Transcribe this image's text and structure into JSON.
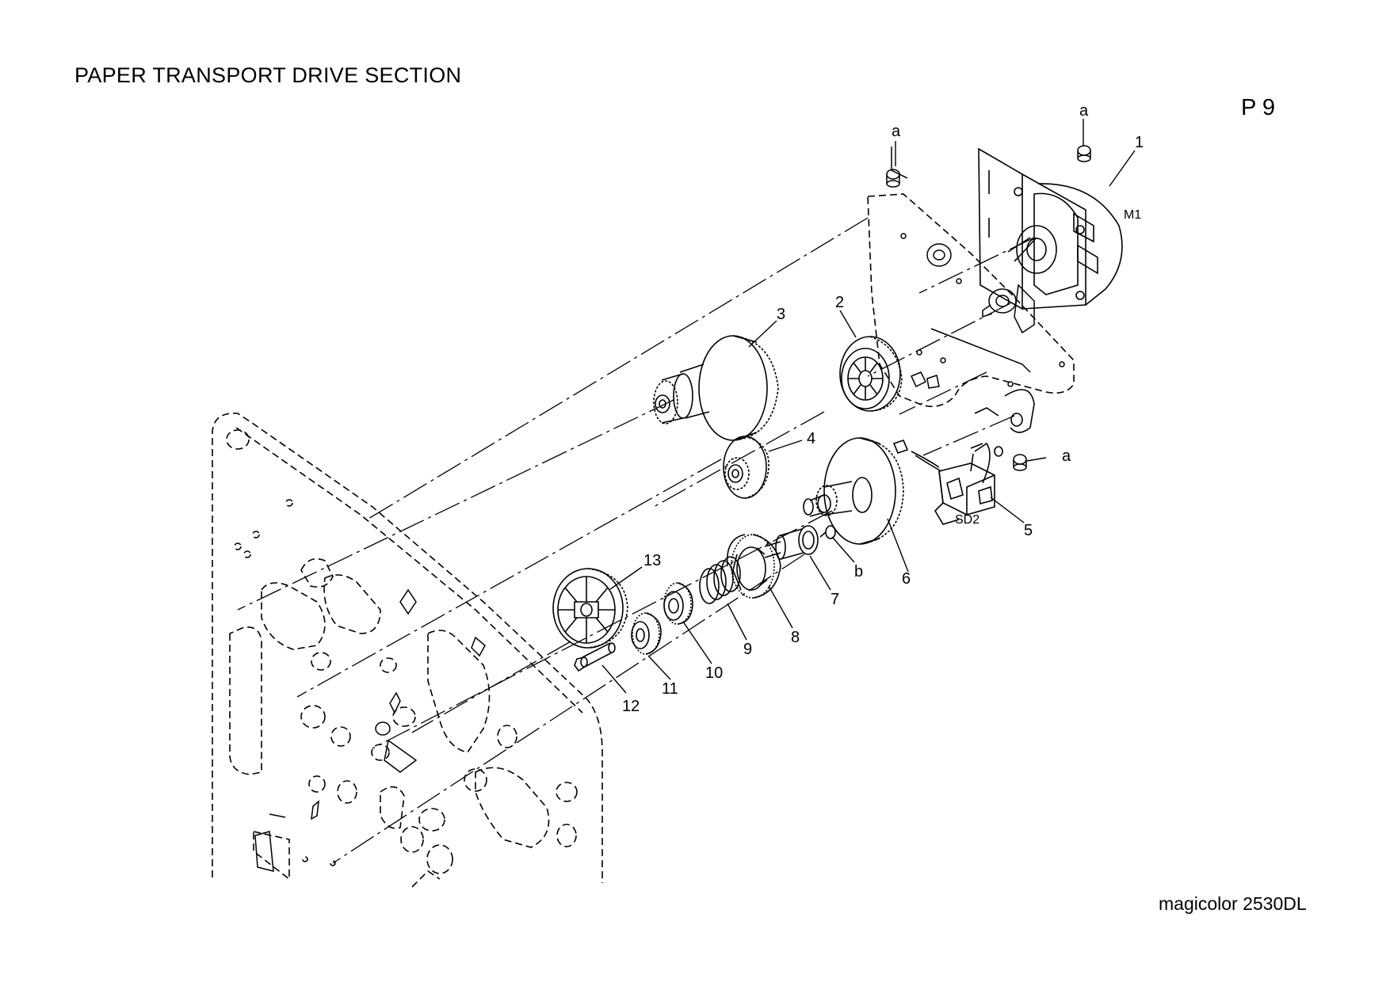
{
  "header": {
    "title": "PAPER TRANSPORT DRIVE SECTION",
    "page_number": "P 9"
  },
  "footer": {
    "model": "magicolor 2530DL"
  },
  "callouts": {
    "p1": "1",
    "p2": "2",
    "p3": "3",
    "p4": "4",
    "p5": "5",
    "p6": "6",
    "p7": "7",
    "p8": "8",
    "p9": "9",
    "p10": "10",
    "p11": "11",
    "p12": "12",
    "p13": "13",
    "screw_a_1": "a",
    "screw_a_2": "a",
    "screw_a_3": "a",
    "ring_b": "b",
    "motor_m1": "M1",
    "solenoid_sd2": "SD2"
  }
}
